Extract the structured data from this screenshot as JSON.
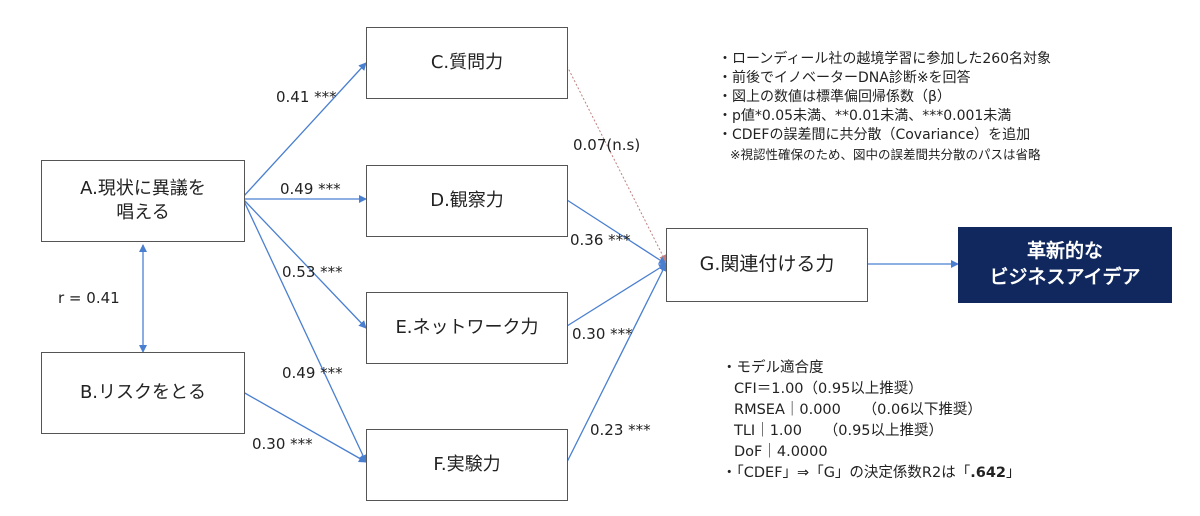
{
  "nodes": {
    "A": "A.現状に異議を\n唱える",
    "B": "B.リスクをとる",
    "C": "C.質問力",
    "D": "D.観察力",
    "E": "E.ネットワーク力",
    "F": "F.実験力",
    "G": "G.関連付ける力",
    "H": "革新的な\nビジネスアイデア"
  },
  "paths": {
    "A_C": "0.41 ***",
    "A_D": "0.49 ***",
    "A_E": "0.53 ***",
    "A_F": "0.49 ***",
    "B_F": "0.30 ***",
    "A_B": "r = 0.41",
    "C_G": "0.07(n.s)",
    "D_G": "0.36 ***",
    "E_G": "0.30 ***",
    "F_G": "0.23 ***"
  },
  "notes": [
    "・ローンディール社の越境学習に参加した260名対象",
    "・前後でイノベーターDNA診断※を回答",
    "・図上の数値は標準偏回帰係数（β）",
    "・p値*0.05未満、**0.01未満、***0.001未満",
    "・CDEFの誤差間に共分散（Covariance）を追加",
    "※視認性確保のため、図中の誤差間共分散のパスは省略"
  ],
  "fit": {
    "title": "・モデル適合度",
    "cfi": "CFI＝1.00（0.95以上推奨）",
    "rmsea": "RMSEA｜0.000　　（0.06以下推奨）",
    "tli": "TLI｜1.00　　（0.95以上推奨）",
    "dof": "DoF｜4.0000",
    "r2_prefix": "・「CDEF」⇒「G」の決定係数R2は「",
    "r2_value": ".642",
    "r2_suffix": "」"
  }
}
